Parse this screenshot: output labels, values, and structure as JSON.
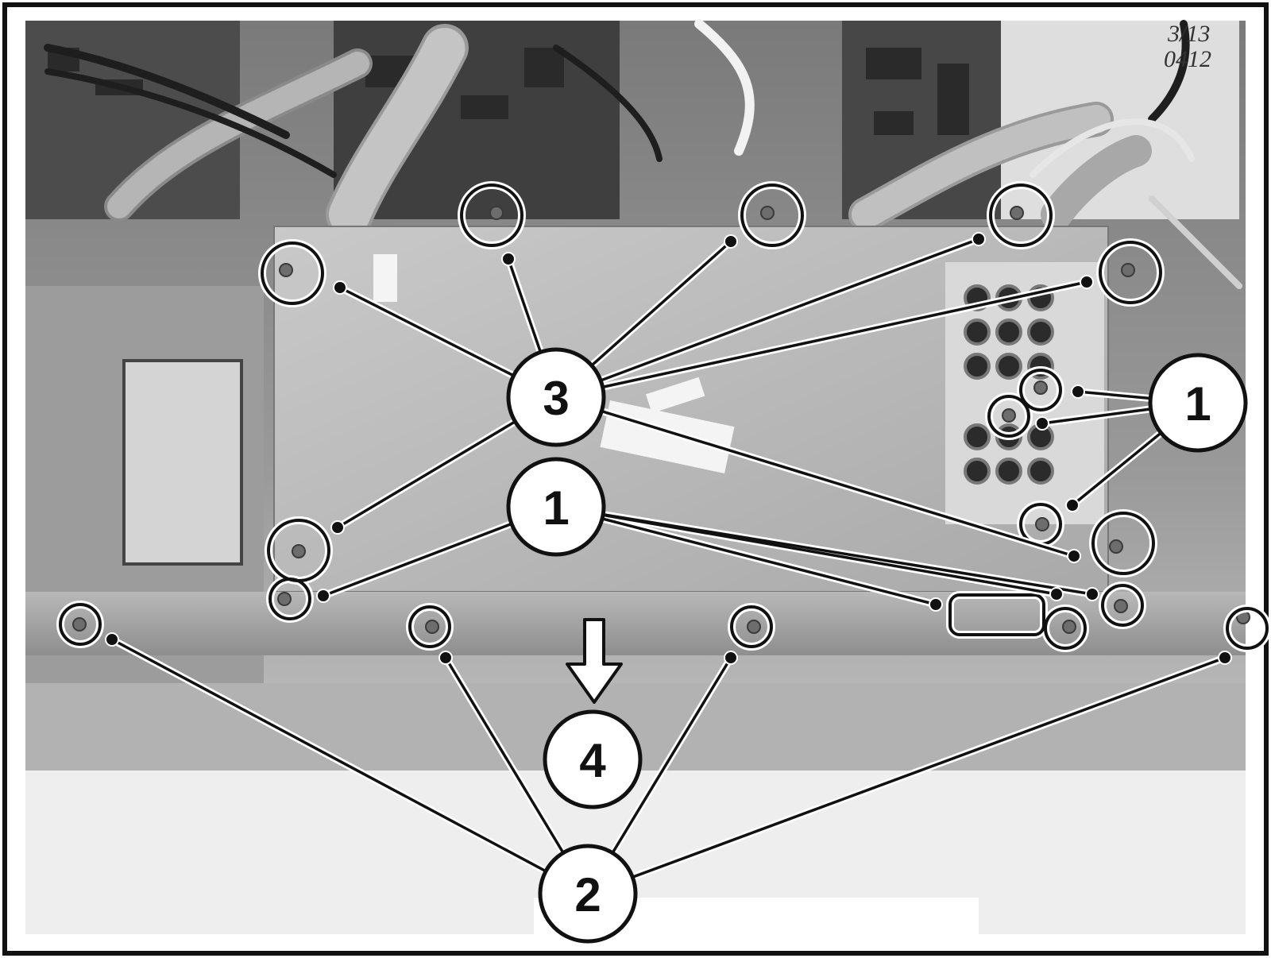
{
  "figure": {
    "corner_note": "3/13\n0412",
    "callouts": {
      "c1_right": "1",
      "c1_center": "1",
      "c2": "2",
      "c3": "3",
      "c4": "4"
    }
  }
}
